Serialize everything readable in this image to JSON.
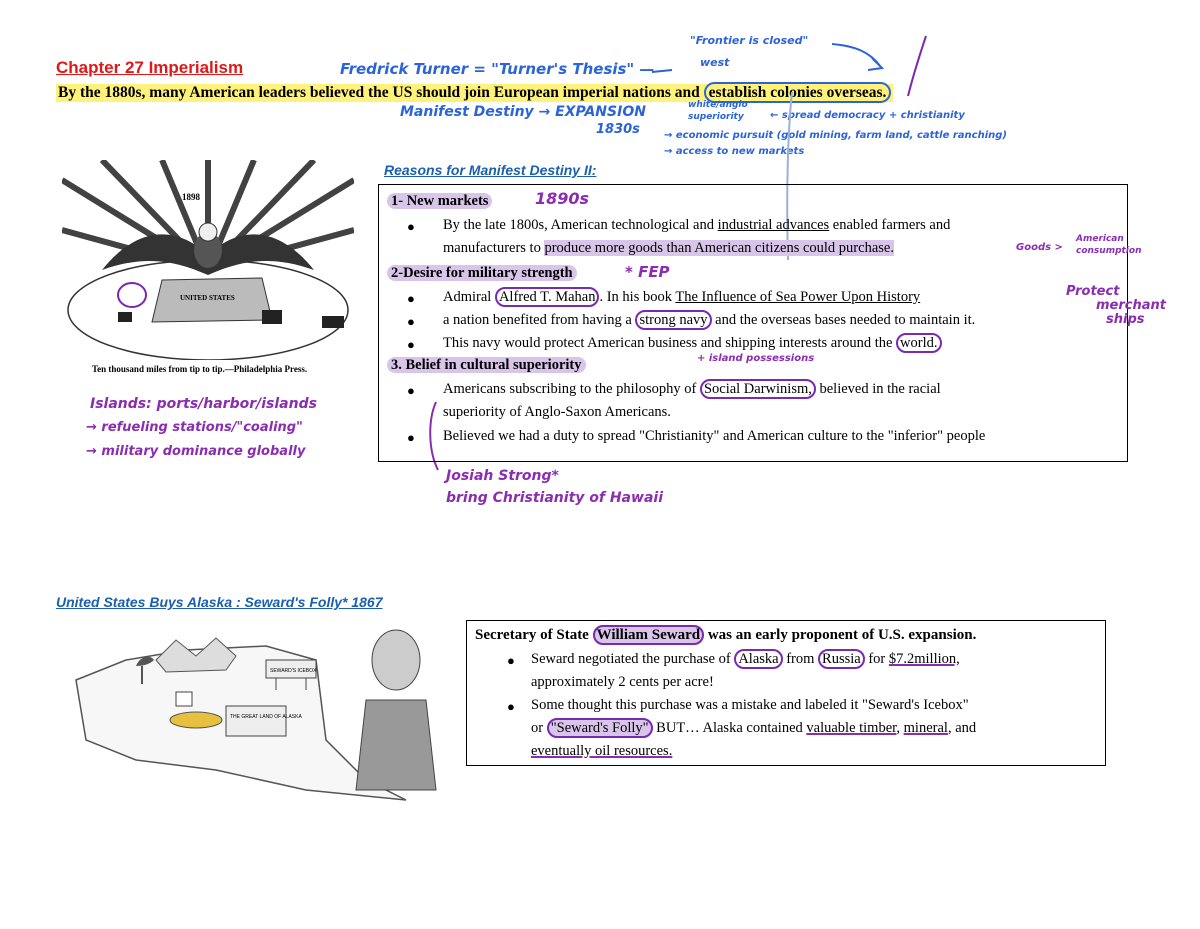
{
  "header": {
    "chapter_title": "Chapter 27 Imperialism",
    "intro_pre": "By the 1880s, many American leaders believed the US should join European imperial nations and ",
    "intro_circled": "establish colonies overseas."
  },
  "annotations_top": {
    "turner": "Fredrick Turner = \"Turner's Thesis\" —",
    "frontier_1": "\"Frontier is closed\"",
    "frontier_2": "west",
    "manifest": "Manifest Destiny → EXPANSION",
    "years_1830": "1830s",
    "white_1": "white/anglo",
    "white_2": "superiority",
    "spread": "← spread democracy + christianity",
    "econ": "→ economic pursuit (gold mining, farm land, cattle ranching)",
    "access": "→ access to new markets"
  },
  "cartoon_1": {
    "year": "1898",
    "label": "UNITED STATES",
    "caption": "Ten thousand miles from tip to tip.—Philadelphia Press."
  },
  "notes_left": {
    "line1": "Islands: ports/harbor/islands",
    "line2": "→ refueling stations/\"coaling\"",
    "line3": "→ military dominance globally"
  },
  "reasons": {
    "heading": "Reasons for Manifest Destiny II:",
    "s1_title": "1- New markets",
    "s1_note": "1890s",
    "s1_b1_pre": "By the late 1800s, American technological and ",
    "s1_b1_ul": "industrial advances",
    "s1_b1_post": " enabled farmers and",
    "s1_b1_l2_pre": "manufacturers to ",
    "s1_b1_l2_hl": "produce more goods than American citizens could purchase.",
    "s1_note_right_1": "Goods >",
    "s1_note_right_2": "American",
    "s1_note_right_3": "consumption",
    "s2_title": "2-Desire for military strength",
    "s2_note": "* FEP",
    "s2_b1_pre": "Admiral ",
    "s2_b1_circ": "Alfred T. Mahan",
    "s2_b1_mid": ". In his book ",
    "s2_b1_ul": "The Influence of Sea Power Upon History",
    "s2_b2_pre": "a nation benefited from having a ",
    "s2_b2_circ": "strong navy",
    "s2_b2_post": " and the overseas bases needed to maintain it.",
    "s2_b3_pre": "This navy would protect American business and shipping interests around the ",
    "s2_b3_circ": "world.",
    "s2_note_bottom": "+ island possessions",
    "s2_note_right_1": "Protect",
    "s2_note_right_2": "merchant",
    "s2_note_right_3": "ships",
    "s3_title": "3. Belief in cultural superiority",
    "s3_b1_pre": "Americans subscribing to the philosophy of ",
    "s3_b1_circ": "Social Darwinism,",
    "s3_b1_post": " believed in the racial",
    "s3_b1_l2": "superiority of Anglo-Saxon Americans.",
    "s3_b2": "Believed we had a duty to spread \"Christianity\" and American culture to the \"inferior\" people",
    "note_strong": "Josiah Strong*",
    "note_bring": "bring Christianity of Hawaii"
  },
  "alaska": {
    "heading": "United States Buys Alaska : Seward's Folly* 1867",
    "box_pre": "Secretary of State ",
    "box_hl": "William Seward",
    "box_post": " was an early proponent of U.S. expansion.",
    "b1_pre": "Seward negotiated the purchase of ",
    "b1_alaska": "Alaska",
    "b1_mid": " from ",
    "b1_russia": "Russia",
    "b1_mid2": " for ",
    "b1_price": "$7.2million,",
    "b1_l2": "approximately 2 cents per acre!",
    "b2_l1": "Some thought this purchase was a mistake and labeled it \"Seward's Icebox\"",
    "b2_pre": "or ",
    "b2_hl": "\"Seward's Folly\"",
    "b2_mid": " BUT… Alaska contained ",
    "b2_ul1": "valuable timber",
    "b2_sep": ", ",
    "b2_ul2": "mineral",
    "b2_and": ", and",
    "b2_l3": "eventually oil resources.",
    "cartoon_sign_1": "SEWARD'S ICEBOX",
    "cartoon_sign_2": "THE GREAT LAND OF ALASKA"
  },
  "colors": {
    "title_red": "#e01818",
    "heading_blue": "#1a5fb0",
    "ink_blue": "#2b63d8",
    "ink_purple": "#8a2db0",
    "highlight_yellow": "#fff27a",
    "highlight_purple": "#d9c4ea"
  }
}
